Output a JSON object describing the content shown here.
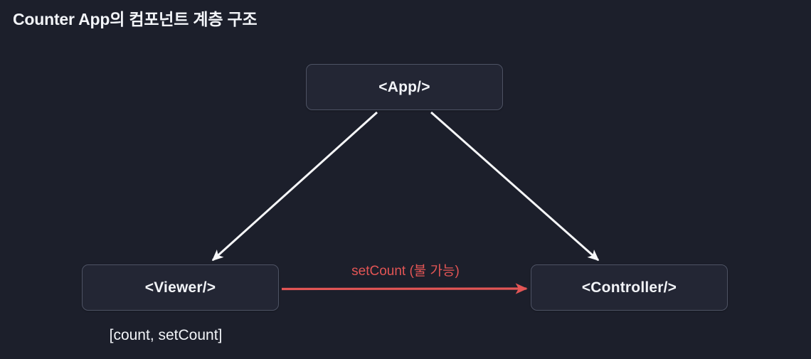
{
  "title": "Counter App의 컴포넌트 계층 구조",
  "colors": {
    "background": "#1c1f2b",
    "node_fill": "#232634",
    "node_border": "#4e5364",
    "text": "#f2f4f8",
    "arrow": "#f6f7f9",
    "accent_red": "#e25555"
  },
  "nodes": {
    "app": {
      "label": "<App/>"
    },
    "viewer": {
      "label": "<Viewer/>"
    },
    "controller": {
      "label": "<Controller/>"
    }
  },
  "edges": {
    "app_to_viewer": {
      "from": "App",
      "to": "Viewer",
      "color": "#f6f7f9",
      "label": ""
    },
    "app_to_controller": {
      "from": "App",
      "to": "Controller",
      "color": "#f6f7f9",
      "label": ""
    },
    "viewer_to_controller": {
      "from": "Viewer",
      "to": "Controller",
      "color": "#e25555",
      "label": "setCount (불 가능)"
    }
  },
  "viewer_state_label": "[count, setCount]"
}
